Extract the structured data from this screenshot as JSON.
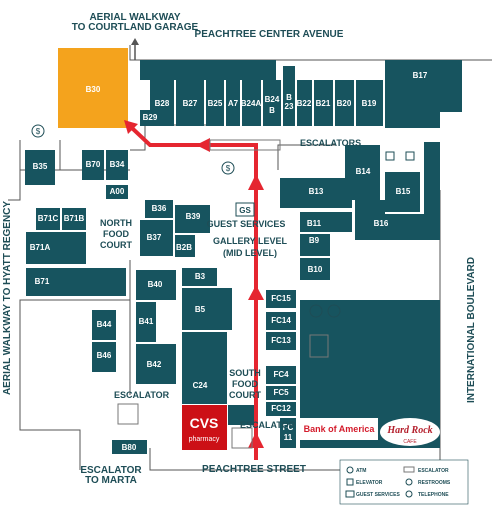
{
  "colors": {
    "unit": "#17545f",
    "highlight": "#f4a31d",
    "route": "#e52630",
    "text": "#1e4d56",
    "line": "#555555",
    "cvs": "#cc1016",
    "boa": "#d41c2c",
    "boa_blue": "#17306e",
    "hardrock": "#b41e2b"
  },
  "streets": {
    "top": "PEACHTREE CENTER AVENUE",
    "bottom": "PEACHTREE STREET",
    "right": "INTERNATIONAL BOULEVARD",
    "left": "AERIAL WALKWAY TO HYATT REGENCY",
    "top_walkway_1": "AERIAL WALKWAY",
    "top_walkway_2": "TO COURTLAND GARAGE",
    "bottom_marta_1": "ESCALATOR",
    "bottom_marta_2": "TO MARTA"
  },
  "labels": {
    "north_food_1": "NORTH",
    "north_food_2": "FOOD",
    "north_food_3": "COURT",
    "south_food_1": "SOUTH",
    "south_food_2": "FOOD",
    "south_food_3": "COURT",
    "gallery_1": "GALLERY LEVEL",
    "gallery_2": "(MID LEVEL)",
    "guest_services": "GUEST SERVICES",
    "gs": "GS",
    "escalators": "ESCALATORS",
    "escalator": "ESCALATOR",
    "escalator_low": "ESCALATOR",
    "cvs": "CVS",
    "cvs_sub": "pharmacy",
    "boa": "Bank of America",
    "hardrock": "Hard Rock",
    "hardrock_sub": "CAFE"
  },
  "units": [
    {
      "id": "B30",
      "highlight": true
    },
    {
      "id": "B17"
    },
    {
      "id": "B19"
    },
    {
      "id": "B20"
    },
    {
      "id": "B21"
    },
    {
      "id": "B22"
    },
    {
      "id": "B23"
    },
    {
      "id": "B24B"
    },
    {
      "id": "B24A"
    },
    {
      "id": "A7"
    },
    {
      "id": "B25"
    },
    {
      "id": "B27"
    },
    {
      "id": "B28"
    },
    {
      "id": "B29"
    },
    {
      "id": "B35"
    },
    {
      "id": "B70"
    },
    {
      "id": "B34"
    },
    {
      "id": "A00"
    },
    {
      "id": "B71C"
    },
    {
      "id": "B71B"
    },
    {
      "id": "B71A"
    },
    {
      "id": "B71"
    },
    {
      "id": "B36"
    },
    {
      "id": "B37"
    },
    {
      "id": "B39"
    },
    {
      "id": "B2B"
    },
    {
      "id": "B13"
    },
    {
      "id": "B14"
    },
    {
      "id": "B15"
    },
    {
      "id": "B16"
    },
    {
      "id": "B11"
    },
    {
      "id": "B9"
    },
    {
      "id": "B10"
    },
    {
      "id": "B40"
    },
    {
      "id": "B3"
    },
    {
      "id": "B5"
    },
    {
      "id": "B41"
    },
    {
      "id": "B42"
    },
    {
      "id": "B44"
    },
    {
      "id": "B46"
    },
    {
      "id": "C24"
    },
    {
      "id": "B80"
    },
    {
      "id": "FC15"
    },
    {
      "id": "FC14"
    },
    {
      "id": "FC13"
    },
    {
      "id": "FC4"
    },
    {
      "id": "FC5"
    },
    {
      "id": "FC12"
    },
    {
      "id": "FC11"
    }
  ],
  "legend": [
    {
      "symbol": "atm-icon",
      "label": "ATM"
    },
    {
      "symbol": "escalator-icon",
      "label": "ESCALATOR"
    },
    {
      "symbol": "elevator-icon",
      "label": "ELEVATOR"
    },
    {
      "symbol": "restrooms-icon",
      "label": "RESTROOMS"
    },
    {
      "symbol": "guest-services-icon",
      "label": "GUEST SERVICES"
    },
    {
      "symbol": "telephone-icon",
      "label": "TELEPHONE"
    }
  ]
}
